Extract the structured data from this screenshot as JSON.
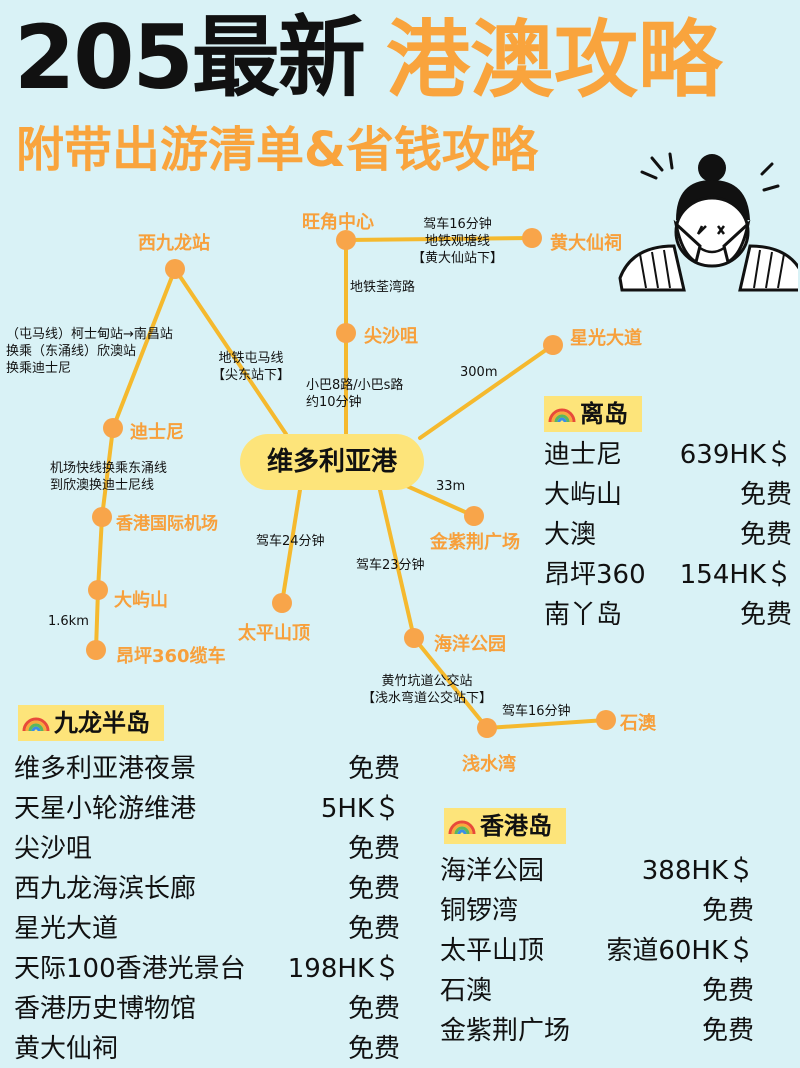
{
  "header": {
    "title_number": "205最新",
    "title_highlight": "港澳攻略",
    "subtitle": "附带出游清单&省钱攻略"
  },
  "map": {
    "hub": "维多利亚港",
    "stations": {
      "west_kowloon": "西九龙站",
      "mong_kok": "旺角中心",
      "wong_tai_sin": "黄大仙祠",
      "tsim_sha_tsui": "尖沙咀",
      "avenue_stars": "星光大道",
      "disney": "迪士尼",
      "airport": "香港国际机场",
      "lantau": "大屿山",
      "ngong_ping": "昂坪360缆车",
      "peak": "太平山顶",
      "bauhinia": "金紫荆广场",
      "ocean_park": "海洋公园",
      "repulse_bay": "浅水湾",
      "stanley": "石澳"
    },
    "notes": {
      "drive16_mtr": "驾车16分钟\n地铁观塘线\n【黄大仙站下】",
      "tsuen_wan": "地铁荃湾路",
      "tuen_ma": "（屯马线）柯士甸站→南昌站\n换乘（东涌线）欣澳站\n换乘迪士尼",
      "mtr_tuen_ma": "地铁屯马线\n【尖东站下】",
      "minibus": "小巴8路/小巴s路\n约10分钟",
      "d300": "300m",
      "airport_express": "机场快线换乘东涌线\n到欣澳换迪士尼线",
      "d33": "33m",
      "drive24": "驾车24分钟",
      "drive23": "驾车23分钟",
      "d16km": "1.6km",
      "bus_stop": "黄竹坑道公交站\n【浅水弯道公交站下】",
      "drive16b": "驾车16分钟"
    }
  },
  "outlying": {
    "title": "离岛",
    "items": [
      {
        "name": "迪士尼",
        "price": "639HK＄"
      },
      {
        "name": "大屿山",
        "price": "免费"
      },
      {
        "name": "大澳",
        "price": "免费"
      },
      {
        "name": "昂坪360",
        "price": "154HK＄"
      },
      {
        "name": "南丫岛",
        "price": "免费"
      }
    ]
  },
  "kowloon": {
    "title": "九龙半岛",
    "items": [
      {
        "name": "维多利亚港夜景",
        "price": "免费"
      },
      {
        "name": "天星小轮游维港",
        "price": "5HK＄"
      },
      {
        "name": "尖沙咀",
        "price": "免费"
      },
      {
        "name": "西九龙海滨长廊",
        "price": "免费"
      },
      {
        "name": "星光大道",
        "price": "免费"
      },
      {
        "name": "天际100香港光景台",
        "price": "198HK＄"
      },
      {
        "name": "香港历史博物馆",
        "price": "免费"
      },
      {
        "name": "黄大仙祠",
        "price": "免费"
      }
    ]
  },
  "hk_island": {
    "title": "香港岛",
    "items": [
      {
        "name": "海洋公园",
        "price": "388HK＄"
      },
      {
        "name": "铜锣湾",
        "price": "免费"
      },
      {
        "name": "太平山顶",
        "price": "索道60HK＄"
      },
      {
        "name": "石澳",
        "price": "免费"
      },
      {
        "name": "金紫荆广场",
        "price": "免费"
      }
    ]
  },
  "colors": {
    "accent": "#f9a43d",
    "line": "#f5b92e",
    "dot": "#f8a54a",
    "highlight": "#fde47a",
    "bg": "#d9f2f6"
  },
  "icons": [
    "rainbow-icon",
    "face-palm-character-icon"
  ]
}
